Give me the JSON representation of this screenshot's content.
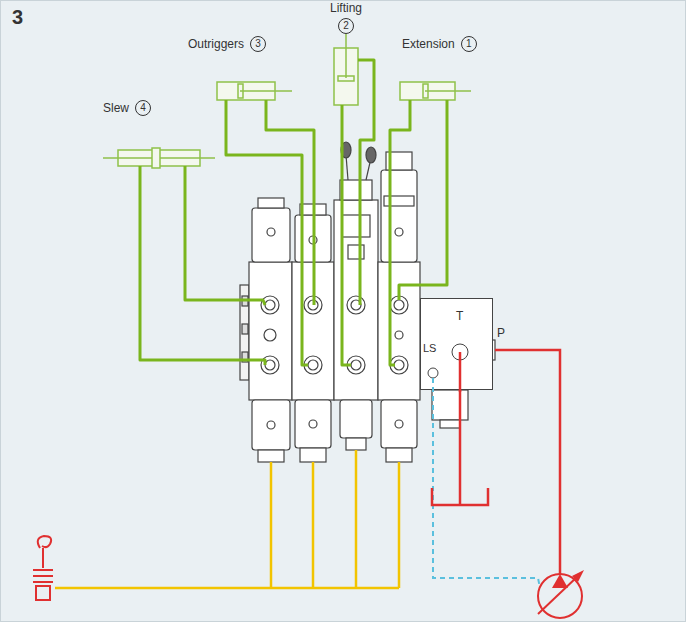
{
  "diagram": {
    "nodes": [
      {
        "text": [
          "Slew",
          "4"
        ]
      },
      {
        "text": [
          "Outriggers",
          "3"
        ]
      },
      {
        "text": [
          "Lifting",
          "2"
        ]
      },
      {
        "text": [
          "Extension",
          "1"
        ]
      },
      {
        "text": [
          "T"
        ]
      }
    ],
    "labels": [
      "3",
      "LS",
      "P"
    ]
  }
}
